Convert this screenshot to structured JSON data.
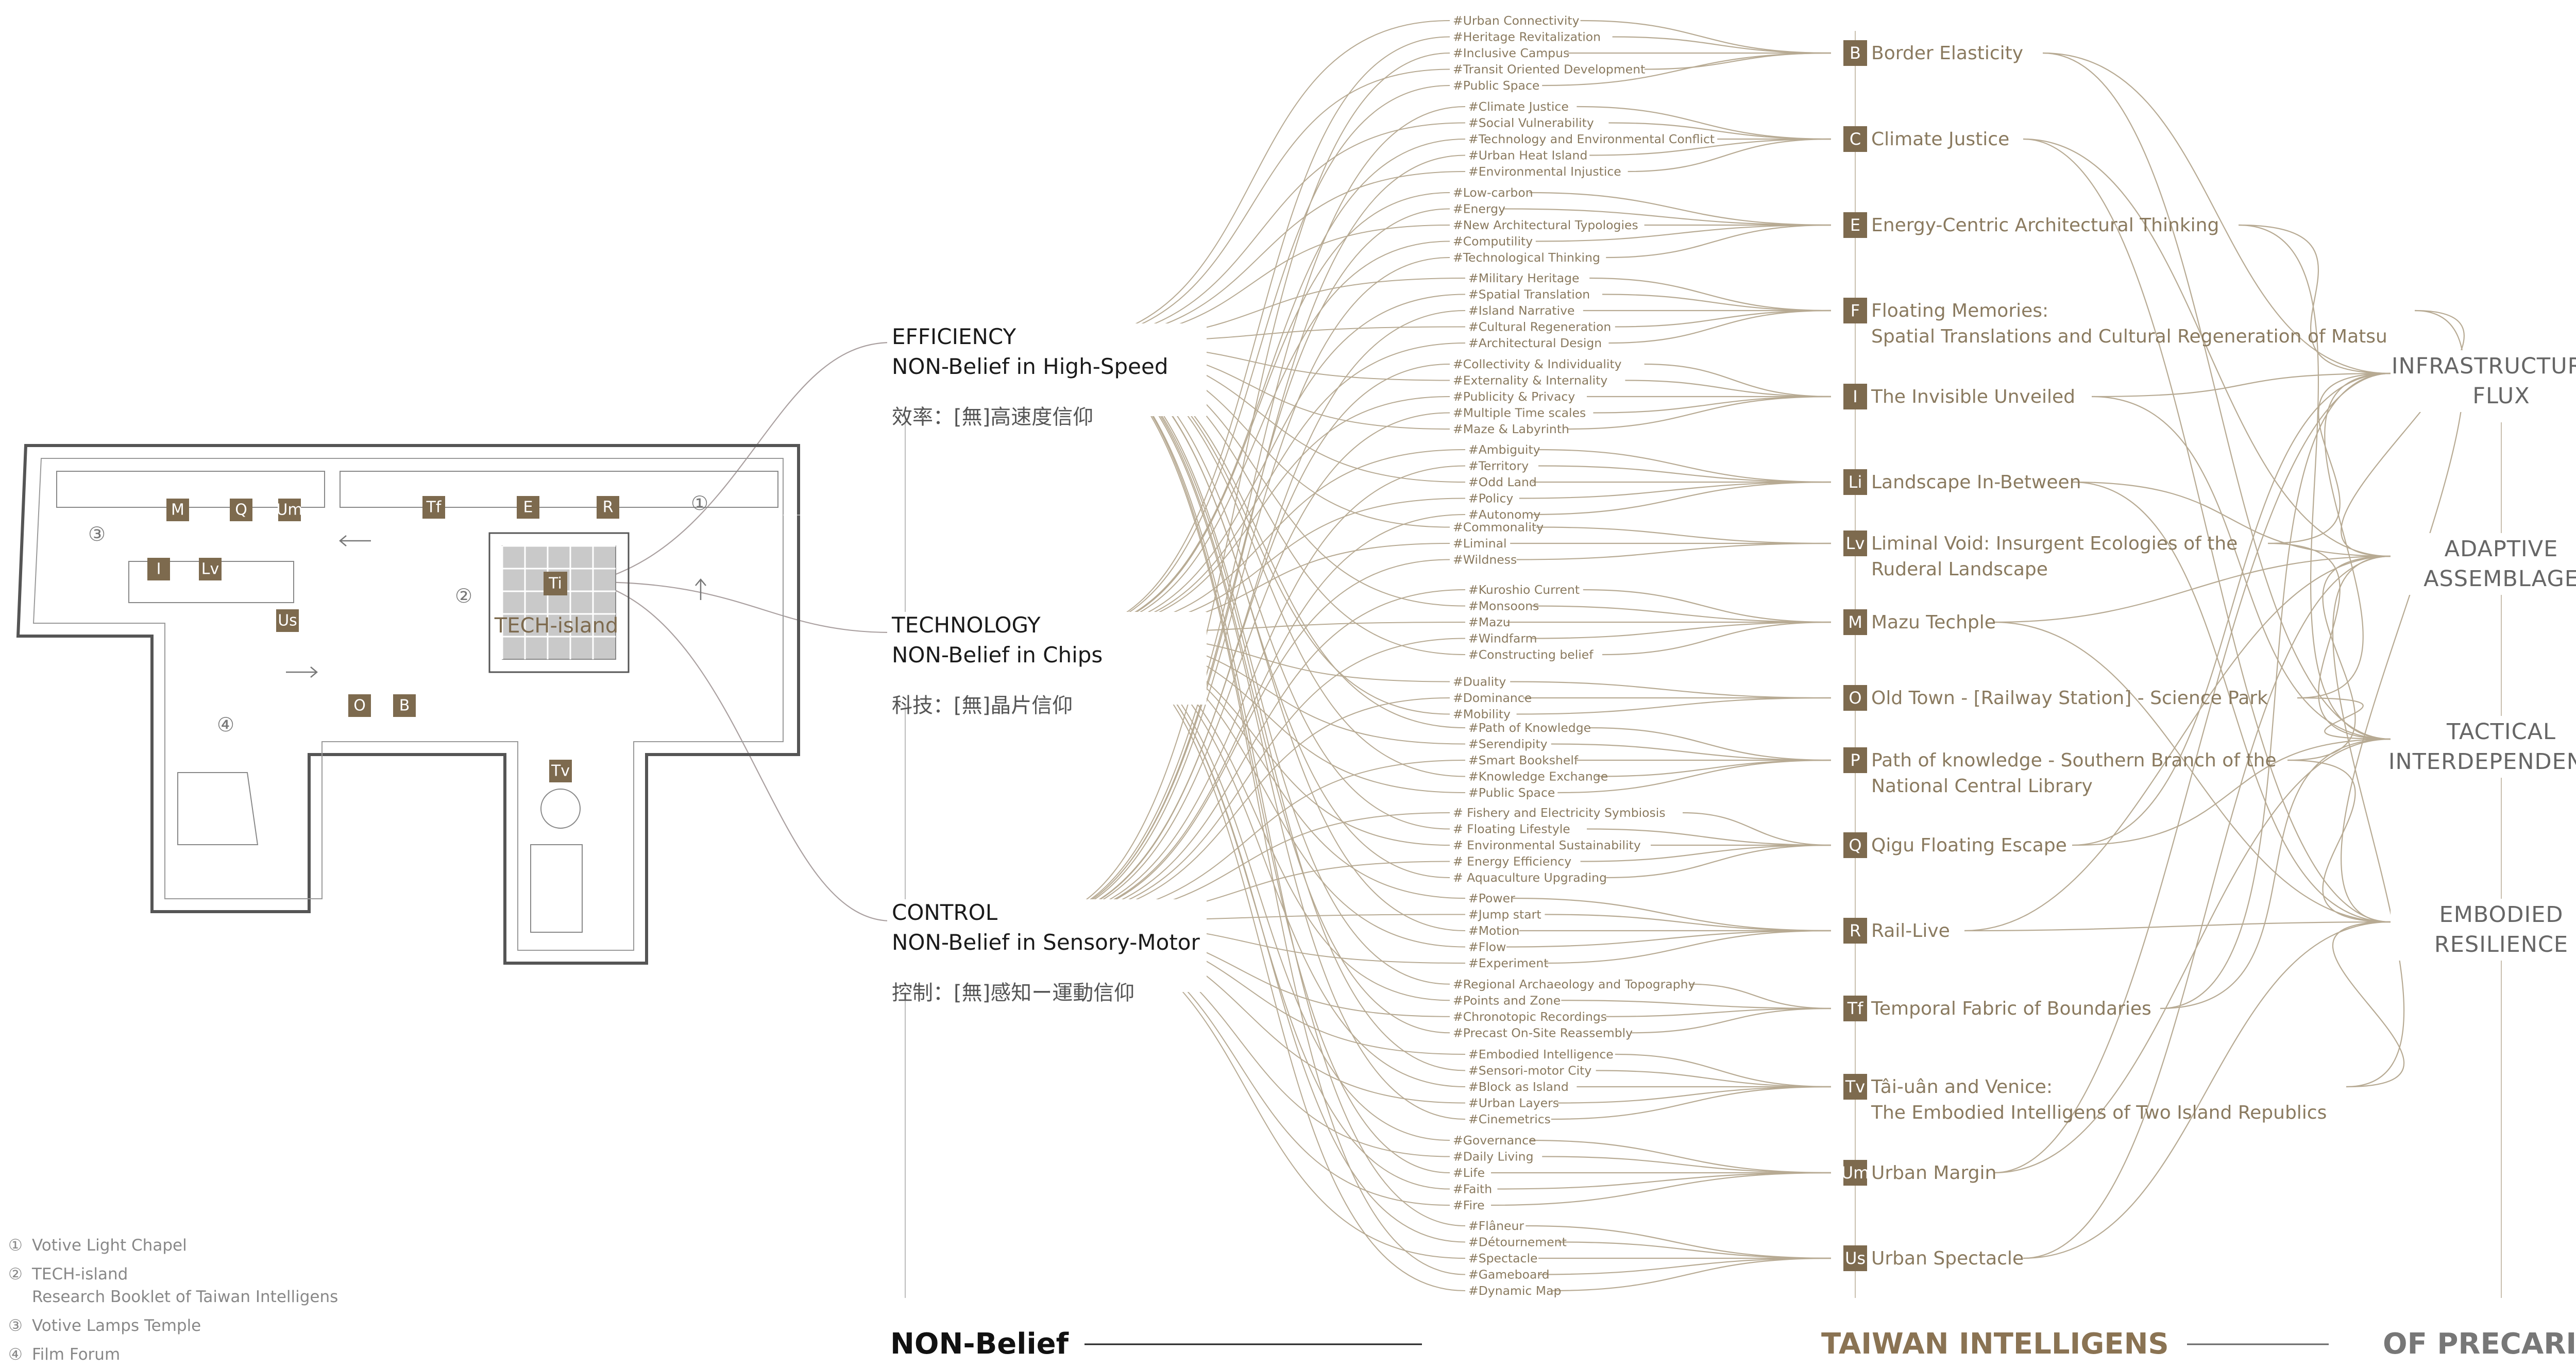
{
  "beliefs": [
    {
      "id": "efficiency",
      "title": "EFFICIENCY",
      "subtitle": "NON-Belief in High-Speed",
      "zh": "效率：[無]高速度信仰"
    },
    {
      "id": "technology",
      "title": "TECHNOLOGY",
      "subtitle": "NON-Belief in Chips",
      "zh": "科技：[無]晶片信仰"
    },
    {
      "id": "control",
      "title": "CONTROL",
      "subtitle": "NON-Belief in Sensory-Motor",
      "zh": "控制：[無]感知ー運動信仰"
    }
  ],
  "projects": [
    {
      "code": "B",
      "lines": [
        "Border Elasticity"
      ],
      "tags": [
        "#Urban Connectivity",
        "#Heritage Revitalization",
        "#Inclusive Campus",
        "#Transit Oriented Development",
        "#Public Space"
      ]
    },
    {
      "code": "C",
      "lines": [
        "Climate Justice"
      ],
      "tags": [
        "#Climate Justice",
        "#Social Vulnerability",
        "#Technology and Environmental Conflict",
        "#Urban Heat Island",
        "#Environmental Injustice"
      ]
    },
    {
      "code": "E",
      "lines": [
        "Energy-Centric Architectural Thinking"
      ],
      "tags": [
        "#Low-carbon",
        "#Energy",
        "#New Architectural Typologies",
        "#Computility",
        "#Technological Thinking"
      ]
    },
    {
      "code": "F",
      "lines": [
        "Floating Memories:",
        "Spatial Translations and Cultural Regeneration of Matsu"
      ],
      "tags": [
        "#Military Heritage",
        "#Spatial Translation",
        "#Island Narrative",
        "#Cultural Regeneration",
        "#Architectural Design"
      ]
    },
    {
      "code": "I",
      "lines": [
        "The Invisible Unveiled"
      ],
      "tags": [
        "#Collectivity & Individuality",
        "#Externality & Internality",
        "#Publicity & Privacy",
        "#Multiple Time scales",
        "#Maze & Labyrinth"
      ]
    },
    {
      "code": "Li",
      "lines": [
        "Landscape In-Between"
      ],
      "tags": [
        "#Ambiguity",
        "#Territory",
        "#Odd Land",
        "#Policy",
        "#Autonomy"
      ]
    },
    {
      "code": "Lv",
      "lines": [
        "Liminal Void: Insurgent Ecologies of the",
        "Ruderal Landscape"
      ],
      "tags": [
        "#Commonality",
        "#Liminal",
        "#Wildness"
      ]
    },
    {
      "code": "M",
      "lines": [
        "Mazu Techple"
      ],
      "tags": [
        "#Kuroshio Current",
        "#Monsoons",
        "#Mazu",
        "#Windfarm",
        "#Constructing belief"
      ]
    },
    {
      "code": "O",
      "lines": [
        "Old Town - [Railway Station] - Science Park"
      ],
      "tags": [
        "#Duality",
        "#Dominance",
        "#Mobility"
      ]
    },
    {
      "code": "P",
      "lines": [
        "Path of knowledge - Southern Branch of the",
        "National Central Library"
      ],
      "tags": [
        "#Path of Knowledge",
        "#Serendipity",
        "#Smart Bookshelf",
        "#Knowledge Exchange",
        "#Public Space"
      ]
    },
    {
      "code": "Q",
      "lines": [
        "Qigu Floating Escape"
      ],
      "tags": [
        "# Fishery and Electricity Symbiosis",
        "# Floating Lifestyle",
        "# Environmental Sustainability",
        "# Energy Efficiency",
        "# Aquaculture Upgrading"
      ]
    },
    {
      "code": "R",
      "lines": [
        "Rail-Live"
      ],
      "tags": [
        "#Power",
        "#Jump start",
        "#Motion",
        "#Flow",
        "#Experiment"
      ]
    },
    {
      "code": "Tf",
      "lines": [
        "Temporal Fabric of Boundaries"
      ],
      "tags": [
        "#Regional Archaeology and Topography",
        "#Points and Zone",
        "#Chronotopic Recordings",
        "#Precast On-Site Reassembly"
      ]
    },
    {
      "code": "Tv",
      "lines": [
        "Tâi-uân and Venice:",
        "The Embodied Intelligens of Two Island Republics"
      ],
      "tags": [
        "#Embodied Intelligence",
        "#Sensori-motor City",
        "#Block as Island",
        "#Urban Layers",
        "#Cinemetrics"
      ]
    },
    {
      "code": "Um",
      "lines": [
        "Urban Margin"
      ],
      "tags": [
        "#Governance",
        "#Daily Living",
        "#Life",
        "#Faith",
        "#Fire"
      ]
    },
    {
      "code": "Us",
      "lines": [
        "Urban Spectacle"
      ],
      "tags": [
        "#Flâneur",
        "#Détournement",
        "#Spectacle",
        "#Gameboard",
        "#Dynamic Map"
      ]
    }
  ],
  "precarity": [
    {
      "id": "infra",
      "lines": [
        "INFRASTRUCTURAL",
        "FLUX"
      ]
    },
    {
      "id": "adaptive",
      "lines": [
        "ADAPTIVE",
        "ASSEMBLAGE"
      ]
    },
    {
      "id": "tactical",
      "lines": [
        "TACTICAL",
        "INTERDEPENDENCE"
      ]
    },
    {
      "id": "embodied",
      "lines": [
        "EMBODIED",
        "RESILIENCE"
      ]
    }
  ],
  "footer": {
    "non_belief": "NON-Belief",
    "taiwan": "TAIWAN INTELLIGENS",
    "precarity": "OF PRECARITY"
  },
  "legend": [
    {
      "mark": "①",
      "lines": [
        "Votive Light Chapel"
      ]
    },
    {
      "mark": "②",
      "lines": [
        "TECH-island",
        "Research Booklet of Taiwan Intelligens"
      ]
    },
    {
      "mark": "③",
      "lines": [
        "Votive Lamps Temple"
      ]
    },
    {
      "mark": "④",
      "lines": [
        "Film Forum"
      ]
    }
  ],
  "floor_plan": {
    "center_code": "Ti",
    "center_label": "TECH-island",
    "badges": [
      "M",
      "Q",
      "Um",
      "Tf",
      "E",
      "R",
      "I",
      "Lv",
      "Us",
      "O",
      "B",
      "Tv"
    ],
    "room_marks": [
      "①",
      "②",
      "③",
      "④"
    ]
  },
  "colors": {
    "accent": "#7d6a4e",
    "tag": "#8a7a5f",
    "line": "#b7aa93",
    "plan": "#555555"
  }
}
